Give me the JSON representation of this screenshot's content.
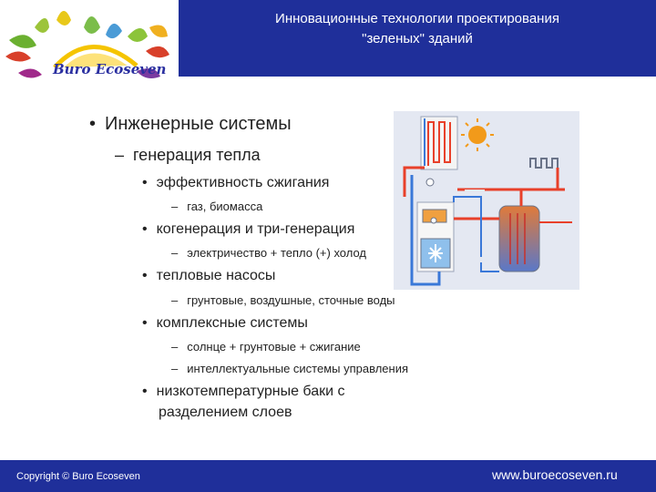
{
  "header": {
    "title_line1": "Инновационные технологии проектирования",
    "title_line2": "\"зеленых\" зданий"
  },
  "logo": {
    "text": "Buro Ecoseven",
    "icon": "sun-leaves-logo"
  },
  "outline": {
    "marker_l1": "•",
    "marker_l2": "–",
    "marker_l3": "•",
    "marker_l4": "–",
    "heading": "Инженерные системы",
    "subheading": "генерация тепла",
    "items": [
      {
        "label": "эффективность сжигания",
        "sub": "газ, биомасса"
      },
      {
        "label": "когенерация и три-генерация",
        "sub": "электричество + тепло (+) холод"
      },
      {
        "label": "тепловые насосы",
        "sub": "грунтовые, воздушные, сточные воды"
      },
      {
        "label": "комплексные системы",
        "subs": [
          "солнце + грунтовые + сжигание",
          "интеллектуальные системы управления"
        ]
      },
      {
        "label_line1": "низкотемпературные баки с",
        "label_line2": "разделением слоев"
      }
    ]
  },
  "diagram": {
    "icon": "heating-system-diagram",
    "colors": {
      "hot": "#e8402a",
      "cold": "#3a78d8",
      "sun": "#f29a1a",
      "tank_top": "#e07a3a",
      "tank_bottom": "#5a78c8"
    }
  },
  "footer": {
    "copyright": "Copyright © Buro Ecoseven",
    "url": "www.buroecoseven.ru"
  },
  "colors": {
    "brand_blue": "#1f2f9a",
    "text": "#222222"
  }
}
